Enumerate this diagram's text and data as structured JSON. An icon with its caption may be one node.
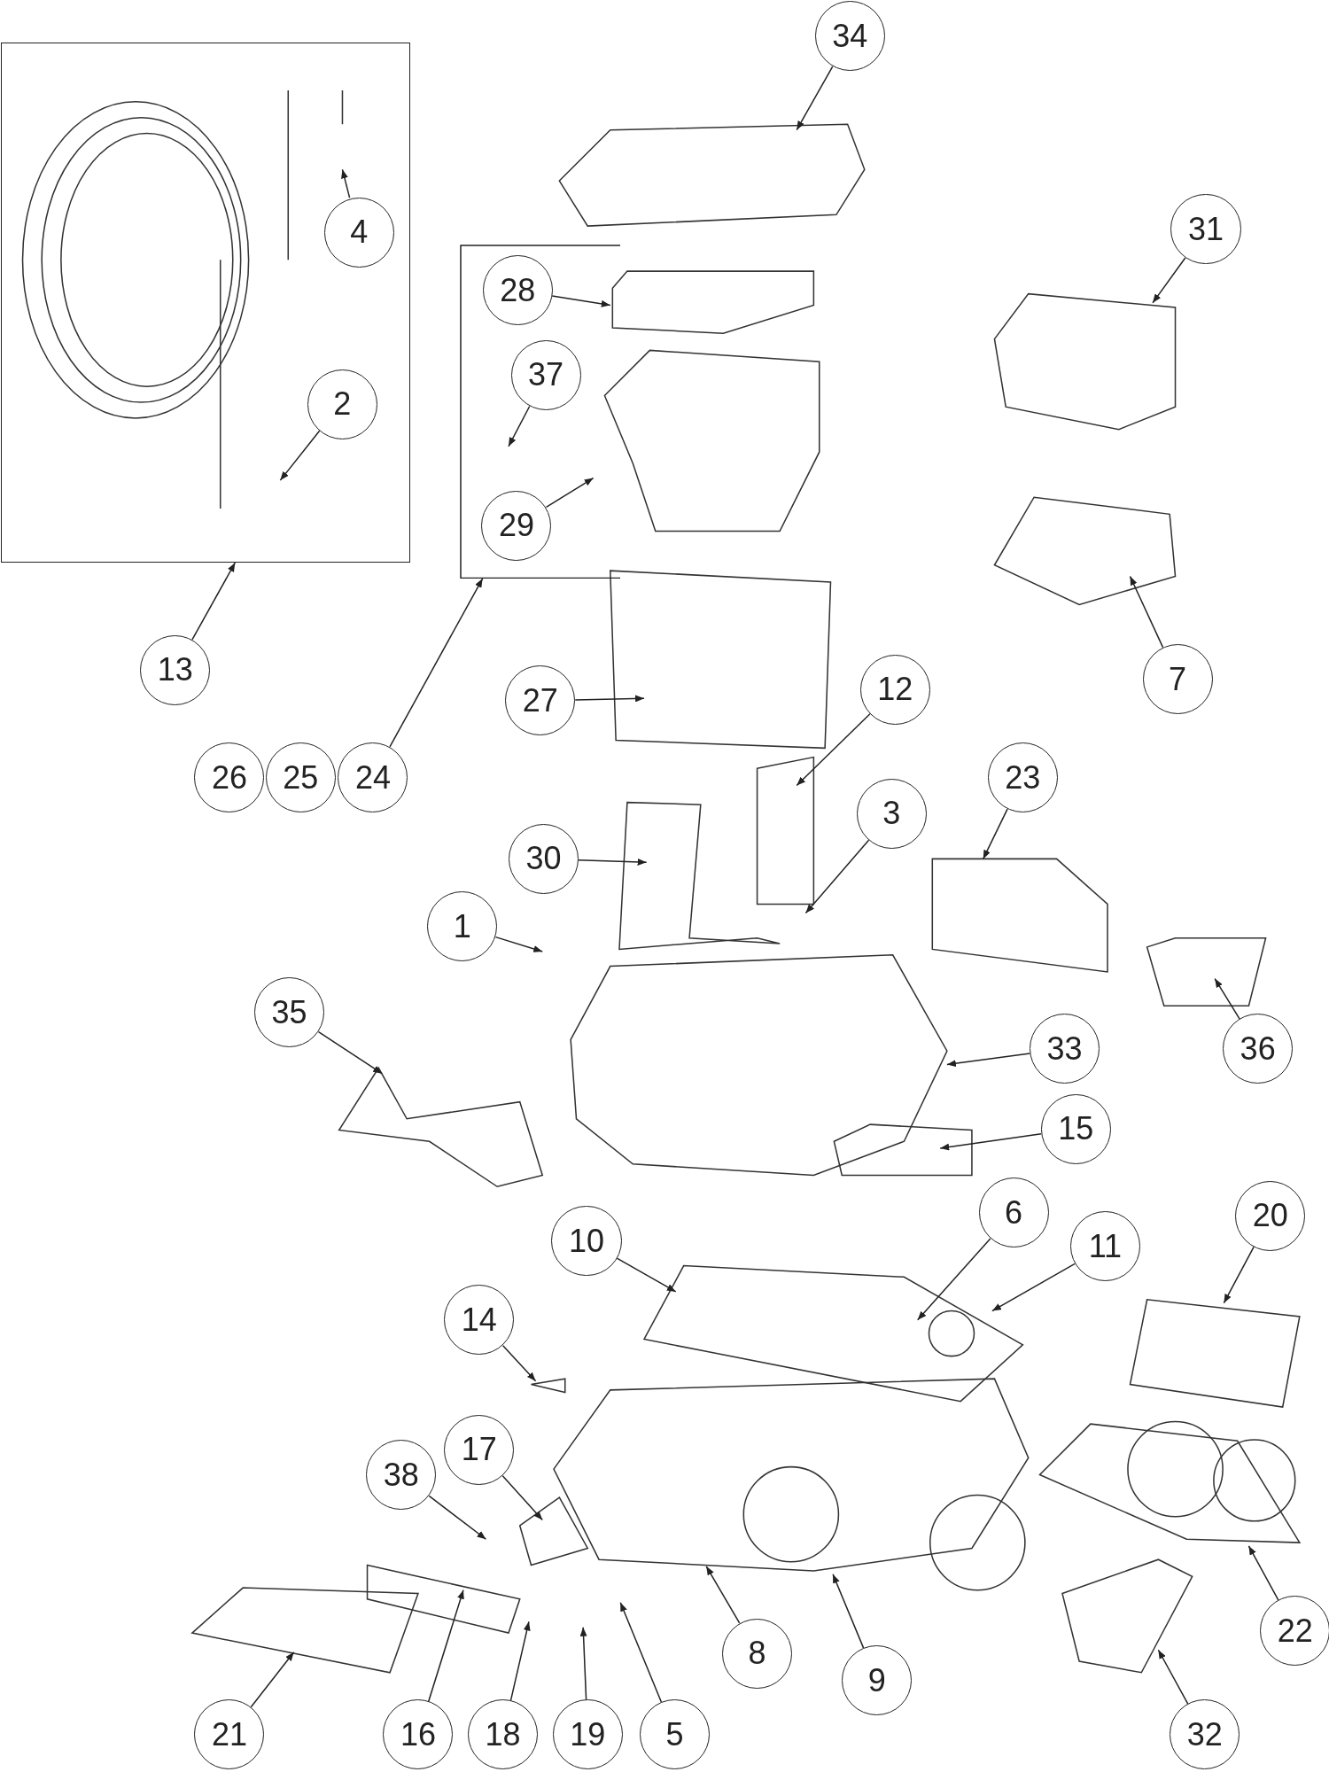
{
  "diagram": {
    "nodes": [
      {
        "text": [],
        "shape": "box"
      },
      {
        "text": [
          "34"
        ]
      },
      {
        "text": [
          "4"
        ],
        "in": 0
      },
      {
        "text": [
          "31"
        ]
      },
      {
        "text": [],
        "shape": "box"
      },
      {
        "text": [
          "28"
        ],
        "in": 4
      },
      {
        "text": [
          "37"
        ],
        "in": 4
      },
      {
        "text": [
          "2"
        ],
        "in": 0
      },
      {
        "text": [
          "29"
        ],
        "in": 4
      },
      {
        "text": [
          "13"
        ]
      },
      {
        "text": [
          "7"
        ]
      },
      {
        "text": [
          "27"
        ]
      },
      {
        "text": [
          "12"
        ]
      },
      {
        "text": [
          "24"
        ]
      },
      {
        "text": [
          "26"
        ]
      },
      {
        "text": [
          "25"
        ]
      },
      {
        "text": [
          "23"
        ]
      },
      {
        "text": [
          "3"
        ]
      },
      {
        "text": [
          "30"
        ]
      },
      {
        "text": [
          "1"
        ]
      },
      {
        "text": [
          "35"
        ]
      },
      {
        "text": [
          "33"
        ]
      },
      {
        "text": [
          "36"
        ]
      },
      {
        "text": [
          "15"
        ]
      },
      {
        "text": [
          "6"
        ]
      },
      {
        "text": [
          "20"
        ]
      },
      {
        "text": [
          "10"
        ]
      },
      {
        "text": [
          "11"
        ]
      },
      {
        "text": [
          "14"
        ]
      },
      {
        "text": [
          "17"
        ]
      },
      {
        "text": [
          "38"
        ]
      },
      {
        "text": [
          "22"
        ]
      },
      {
        "text": [
          "8"
        ]
      },
      {
        "text": [
          "9"
        ]
      },
      {
        "text": [
          "21"
        ]
      },
      {
        "text": [
          "16"
        ]
      },
      {
        "text": [
          "18"
        ]
      },
      {
        "text": [
          "19"
        ]
      },
      {
        "text": [
          "5"
        ]
      },
      {
        "text": [
          "32"
        ]
      }
    ],
    "edges": [
      {
        "from": 1,
        "to": null,
        "arrow": "to"
      },
      {
        "from": 2,
        "to": null,
        "arrow": "to"
      },
      {
        "from": 3,
        "to": null,
        "arrow": "to"
      },
      {
        "from": 5,
        "to": null,
        "arrow": "to"
      },
      {
        "from": 6,
        "to": null,
        "arrow": "to"
      },
      {
        "from": 7,
        "to": null,
        "arrow": "to"
      },
      {
        "from": 8,
        "to": null,
        "arrow": "to"
      },
      {
        "from": 9,
        "to": 0,
        "arrow": "to"
      },
      {
        "from": 10,
        "to": null,
        "arrow": "to"
      },
      {
        "from": 11,
        "to": null,
        "arrow": "to"
      },
      {
        "from": 12,
        "to": null,
        "arrow": "to"
      },
      {
        "from": 13,
        "to": 4,
        "arrow": "to"
      },
      {
        "from": 16,
        "to": null,
        "arrow": "to"
      },
      {
        "from": 17,
        "to": null,
        "arrow": "to"
      },
      {
        "from": 18,
        "to": null,
        "arrow": "to"
      },
      {
        "from": 19,
        "to": null,
        "arrow": "to"
      },
      {
        "from": 20,
        "to": null,
        "arrow": "to"
      },
      {
        "from": 21,
        "to": null,
        "arrow": "to"
      },
      {
        "from": 22,
        "to": null,
        "arrow": "to"
      },
      {
        "from": 23,
        "to": null,
        "arrow": "to"
      },
      {
        "from": 24,
        "to": null,
        "arrow": "to"
      },
      {
        "from": 25,
        "to": null,
        "arrow": "to"
      },
      {
        "from": 26,
        "to": null,
        "arrow": "to"
      },
      {
        "from": 27,
        "to": null,
        "arrow": "to"
      },
      {
        "from": 28,
        "to": null,
        "arrow": "to"
      },
      {
        "from": 29,
        "to": null,
        "arrow": "to"
      },
      {
        "from": 30,
        "to": null,
        "arrow": "to"
      },
      {
        "from": 31,
        "to": null,
        "arrow": "to"
      },
      {
        "from": 32,
        "to": null,
        "arrow": "to"
      },
      {
        "from": 33,
        "to": null,
        "arrow": "to"
      },
      {
        "from": 34,
        "to": null,
        "arrow": "to"
      },
      {
        "from": 35,
        "to": null,
        "arrow": "to"
      },
      {
        "from": 36,
        "to": null,
        "arrow": "to"
      },
      {
        "from": 37,
        "to": null,
        "arrow": "to"
      },
      {
        "from": 38,
        "to": null,
        "arrow": "to"
      },
      {
        "from": 39,
        "to": null,
        "arrow": "to"
      }
    ]
  }
}
